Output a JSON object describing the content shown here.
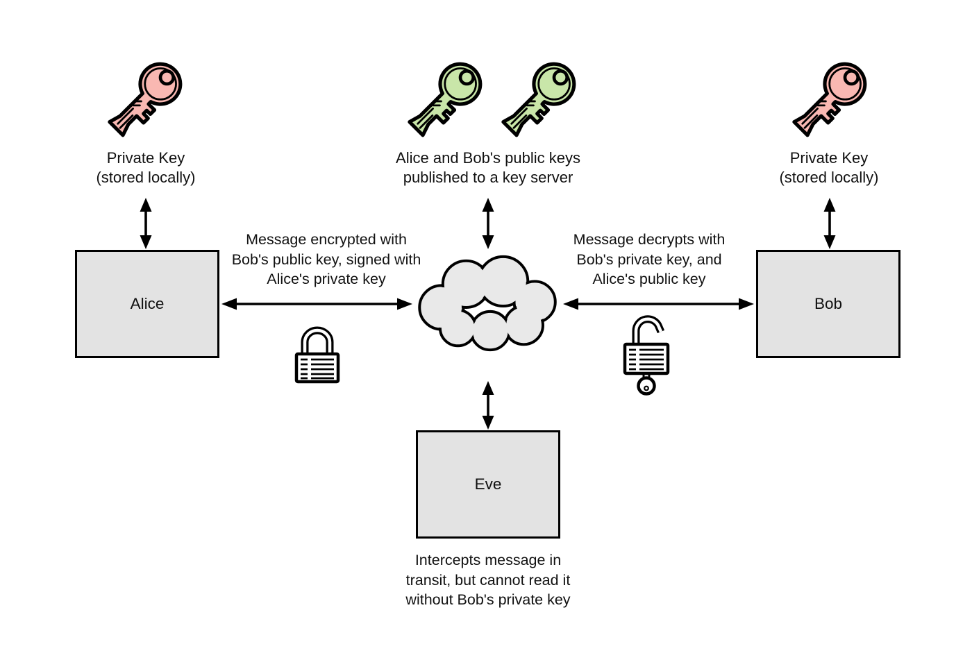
{
  "colors": {
    "background": "#ffffff",
    "outline": "#000000",
    "text": "#111111",
    "private_key_fill": "#f9b8b2",
    "public_key_fill": "#c9e6a9",
    "box_fill": "#e3e3e3",
    "cloud_fill": "#e9e9e9",
    "lock_fill": "#ffffff"
  },
  "icons": {
    "private_key": "key-icon",
    "public_key": "key-icon",
    "network": "cloud-icon",
    "encrypted_message": "padlock-closed-icon",
    "decrypted_message": "padlock-open-icon"
  },
  "keys": {
    "alice_private": {
      "caption_line1": "Private Key",
      "caption_line2": "(stored locally)"
    },
    "server_public": {
      "caption_line1": "Alice and Bob's public keys",
      "caption_line2": "published to a key server"
    },
    "bob_private": {
      "caption_line1": "Private Key",
      "caption_line2": "(stored locally)"
    }
  },
  "nodes": {
    "alice_label": "Alice",
    "bob_label": "Bob",
    "eve_label": "Eve"
  },
  "annotations": {
    "encrypt_line1": "Message encrypted with",
    "encrypt_line2": "Bob's public key, signed with",
    "encrypt_line3": "Alice's private key",
    "decrypt_line1": "Message decrypts with",
    "decrypt_line2": "Bob's private key, and",
    "decrypt_line3": "Alice's public key",
    "eve_line1": "Intercepts message in",
    "eve_line2": "transit, but cannot read it",
    "eve_line3": "without Bob's private key"
  }
}
